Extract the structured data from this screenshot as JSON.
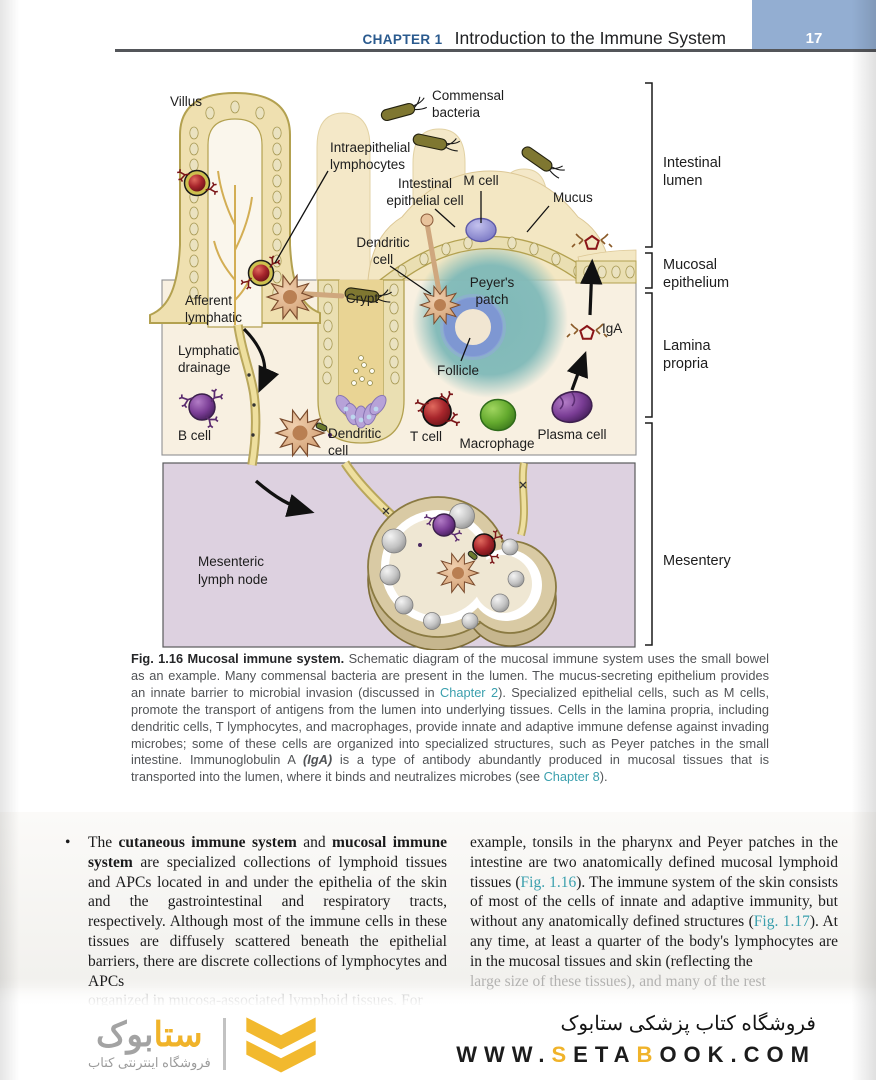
{
  "header": {
    "chapter_label": "CHAPTER 1",
    "title": "Introduction to the Immune System",
    "page_number": "17"
  },
  "colors": {
    "chapter_blue": "#2a5a8e",
    "page_box_blue": "#93aed2",
    "link_teal": "#3a9fad",
    "logo_yellow": "#f0b32a"
  },
  "figure": {
    "labels": {
      "villus": "Villus",
      "commensal1": "Commensal",
      "commensal2": "bacteria",
      "iel1": "Intraepithelial",
      "iel2": "lymphocytes",
      "iec1": "Intestinal",
      "iec2": "epithelial cell",
      "mcell": "M cell",
      "mucus": "Mucus",
      "dc1a": "Dendritic",
      "dc1b": "cell",
      "crypt": "Crypt",
      "peyers1": "Peyer's",
      "peyers2": "patch",
      "aff1": "Afferent",
      "aff2": "lymphatic",
      "drain1": "Lymphatic",
      "drain2": "drainage",
      "follicle": "Follicle",
      "iga": "IgA",
      "bcell": "B cell",
      "dc2a": "Dendritic",
      "dc2b": "cell",
      "tcell": "T cell",
      "macrophage": "Macrophage",
      "plasma": "Plasma cell",
      "mln1": "Mesenteric",
      "mln2": "lymph node"
    },
    "regions": {
      "r1a": "Intestinal",
      "r1b": "lumen",
      "r2a": "Mucosal",
      "r2b": "epithelium",
      "r3a": "Lamina",
      "r3b": "propria",
      "r4": "Mesentery"
    }
  },
  "caption": {
    "segments": [
      {
        "t": "Fig. 1.16",
        "s": "bold"
      },
      {
        "t": " Mucosal immune system. ",
        "s": "bold"
      },
      {
        "t": "Schematic diagram of the mucosal immune system uses the small bowel as an example. Many commensal bacteria are present in the lumen. The mucus-secreting epithelium provides an innate barrier to microbial invasion (discussed in "
      },
      {
        "t": "Chapter 2",
        "s": "link"
      },
      {
        "t": "). Specialized epithelial cells, such as M cells, promote the transport of antigens from the lumen into underlying tissues. Cells in the lamina propria, including dendritic cells, T lymphocytes, and macrophages, provide innate and adaptive immune defense against invading microbes; some of these cells are organized into specialized structures, such as Peyer patches in the small intestine. Immunoglobulin A "
      },
      {
        "t": "(IgA)",
        "s": "bolditalic"
      },
      {
        "t": " is a type of antibody abundantly produced in mucosal tissues that is transported into the lumen, where it binds and neutralizes microbes (see "
      },
      {
        "t": "Chapter 8",
        "s": "link"
      },
      {
        "t": ")."
      }
    ]
  },
  "body": {
    "left": {
      "bullet": "•",
      "segments": [
        {
          "t": "The "
        },
        {
          "t": "cutaneous immune system",
          "s": "bold"
        },
        {
          "t": " and "
        },
        {
          "t": "mucosal immune system",
          "s": "bold"
        },
        {
          "t": " are specialized collections of lymphoid tissues and APCs located in and under the epithelia of the skin and the gastrointestinal and respiratory tracts, respectively. Although most of the immune cells in these tissues are diffusely scattered beneath the epithelial barriers, there are discrete collections of lymphocytes and APCs"
        }
      ],
      "faded": "organized in mucosa-associated lymphoid tissues. For"
    },
    "right": {
      "segments": [
        {
          "t": "example, tonsils in the pharynx and Peyer patches in the intestine are two anatomically defined mucosal lymphoid tissues ("
        },
        {
          "t": "Fig. 1.16",
          "s": "link"
        },
        {
          "t": "). The immune system of the skin consists of most of the cells of innate and adaptive immunity, but without any anatomically defined structures ("
        },
        {
          "t": "Fig. 1.17",
          "s": "link"
        },
        {
          "t": "). At any time, at least a quarter of the body's lymphocytes are in the mucosal tissues and skin (reflecting the"
        }
      ],
      "faded": "large size of these tissues), and many of the rest"
    }
  },
  "footer": {
    "wordmark_a": "ستا",
    "wordmark_b": "بوک",
    "logo_subtitle": "فروشگاه اینترنتی کتاب",
    "tagline": "فروشگاه کتاب پزشکی ستابوک",
    "url_segments": [
      {
        "t": "WWW."
      },
      {
        "t": "S",
        "s": "yellow"
      },
      {
        "t": "ETA"
      },
      {
        "t": "B",
        "s": "yellow"
      },
      {
        "t": "OOK.COM"
      }
    ]
  }
}
